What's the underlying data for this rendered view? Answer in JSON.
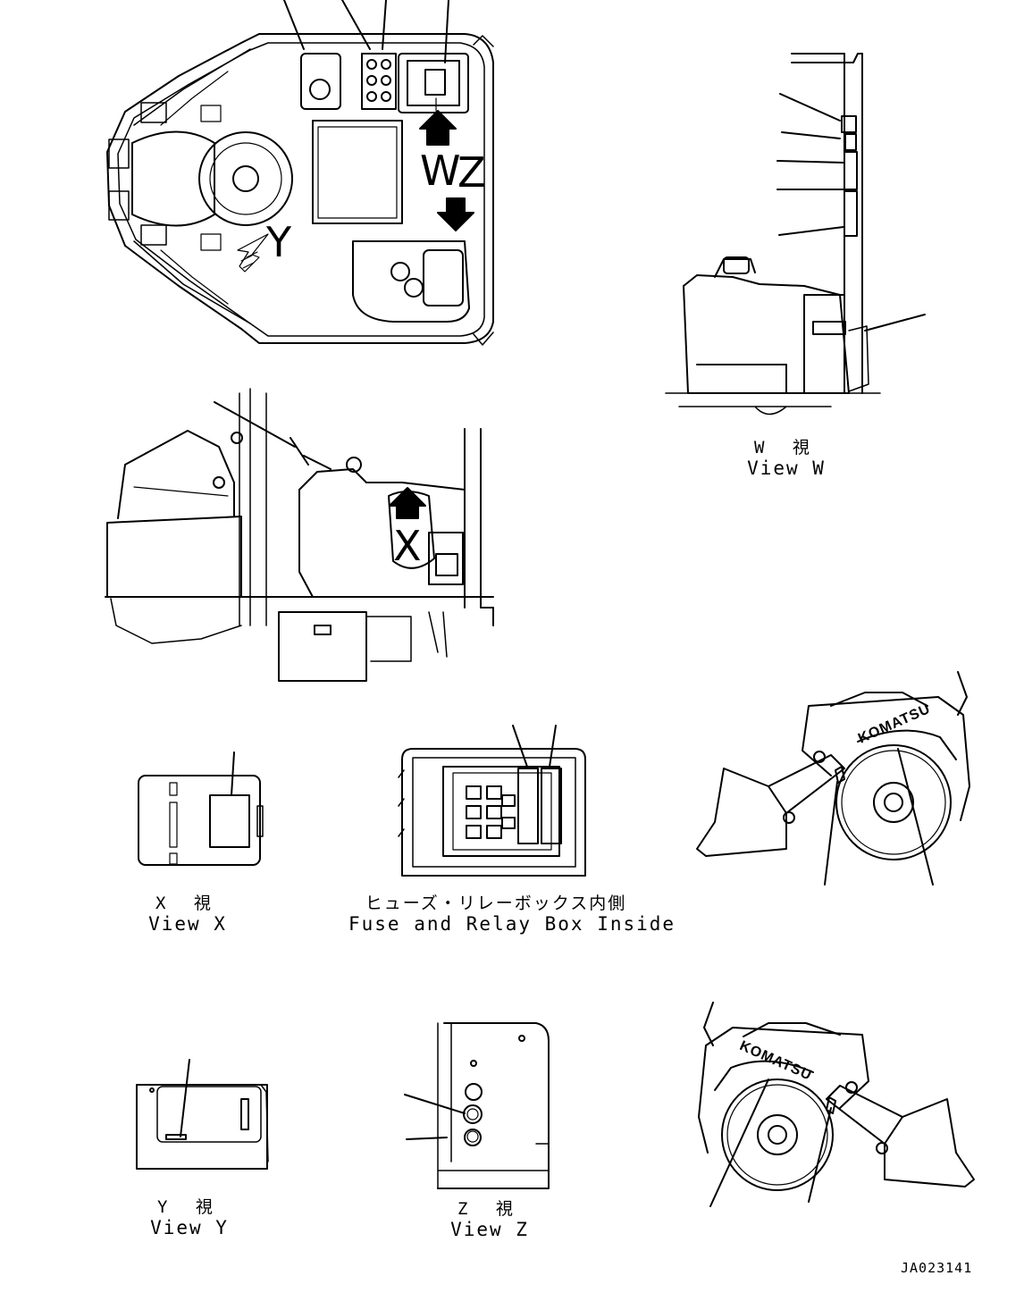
{
  "views": {
    "w": {
      "jp": "W 視",
      "en": "View W"
    },
    "x": {
      "jp": "X 視",
      "en": "View X"
    },
    "fuse": {
      "jp": "ヒューズ・リレーボックス内側",
      "en": "Fuse and Relay Box Inside"
    },
    "y": {
      "jp": "Y 視",
      "en": "View Y"
    },
    "z": {
      "jp": "Z 視",
      "en": "View Z"
    }
  },
  "arrows": {
    "w": "W",
    "z": "Z",
    "y": "Y",
    "x": "X"
  },
  "brand": "KOMATSU",
  "drawing_code": "JA023141"
}
